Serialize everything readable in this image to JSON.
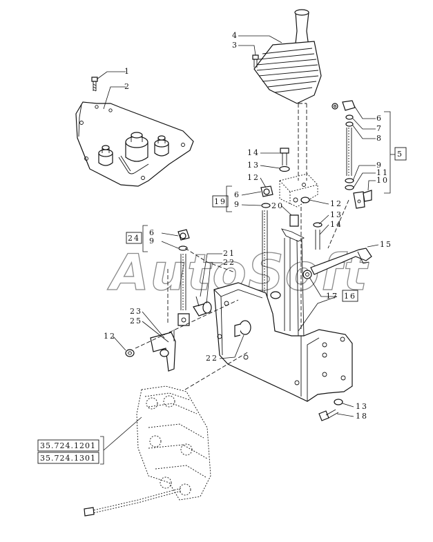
{
  "diagram": {
    "watermark": "AutoSoft",
    "callouts": [
      {
        "id": "c1",
        "text": "1"
      },
      {
        "id": "c2",
        "text": "2"
      },
      {
        "id": "c3",
        "text": "3"
      },
      {
        "id": "c4",
        "text": "4"
      },
      {
        "id": "c5",
        "text": "5"
      },
      {
        "id": "c6a",
        "text": "6"
      },
      {
        "id": "c7",
        "text": "7"
      },
      {
        "id": "c8",
        "text": "8"
      },
      {
        "id": "c9a",
        "text": "9"
      },
      {
        "id": "c11",
        "text": "11"
      },
      {
        "id": "c10",
        "text": "10"
      },
      {
        "id": "c14a",
        "text": "14"
      },
      {
        "id": "c13a",
        "text": "13"
      },
      {
        "id": "c12a",
        "text": "12"
      },
      {
        "id": "c6b",
        "text": "6"
      },
      {
        "id": "c9b",
        "text": "9"
      },
      {
        "id": "c20",
        "text": "20"
      },
      {
        "id": "c12b",
        "text": "12"
      },
      {
        "id": "c13b",
        "text": "13"
      },
      {
        "id": "c14b",
        "text": "14"
      },
      {
        "id": "c15",
        "text": "15"
      },
      {
        "id": "c6c",
        "text": "6"
      },
      {
        "id": "c9c",
        "text": "9"
      },
      {
        "id": "c21",
        "text": "21"
      },
      {
        "id": "c22a",
        "text": "22"
      },
      {
        "id": "c17",
        "text": "17"
      },
      {
        "id": "c23",
        "text": "23"
      },
      {
        "id": "c25",
        "text": "25"
      },
      {
        "id": "c12c",
        "text": "12"
      },
      {
        "id": "c22b",
        "text": "22"
      },
      {
        "id": "c13c",
        "text": "13"
      },
      {
        "id": "c18",
        "text": "18"
      }
    ],
    "boxed_labels": [
      {
        "id": "b5",
        "text": "5"
      },
      {
        "id": "b19",
        "text": "19"
      },
      {
        "id": "b24",
        "text": "24"
      },
      {
        "id": "b16",
        "text": "16"
      }
    ],
    "references": [
      "35.724.1201",
      "35.724.1301"
    ]
  }
}
